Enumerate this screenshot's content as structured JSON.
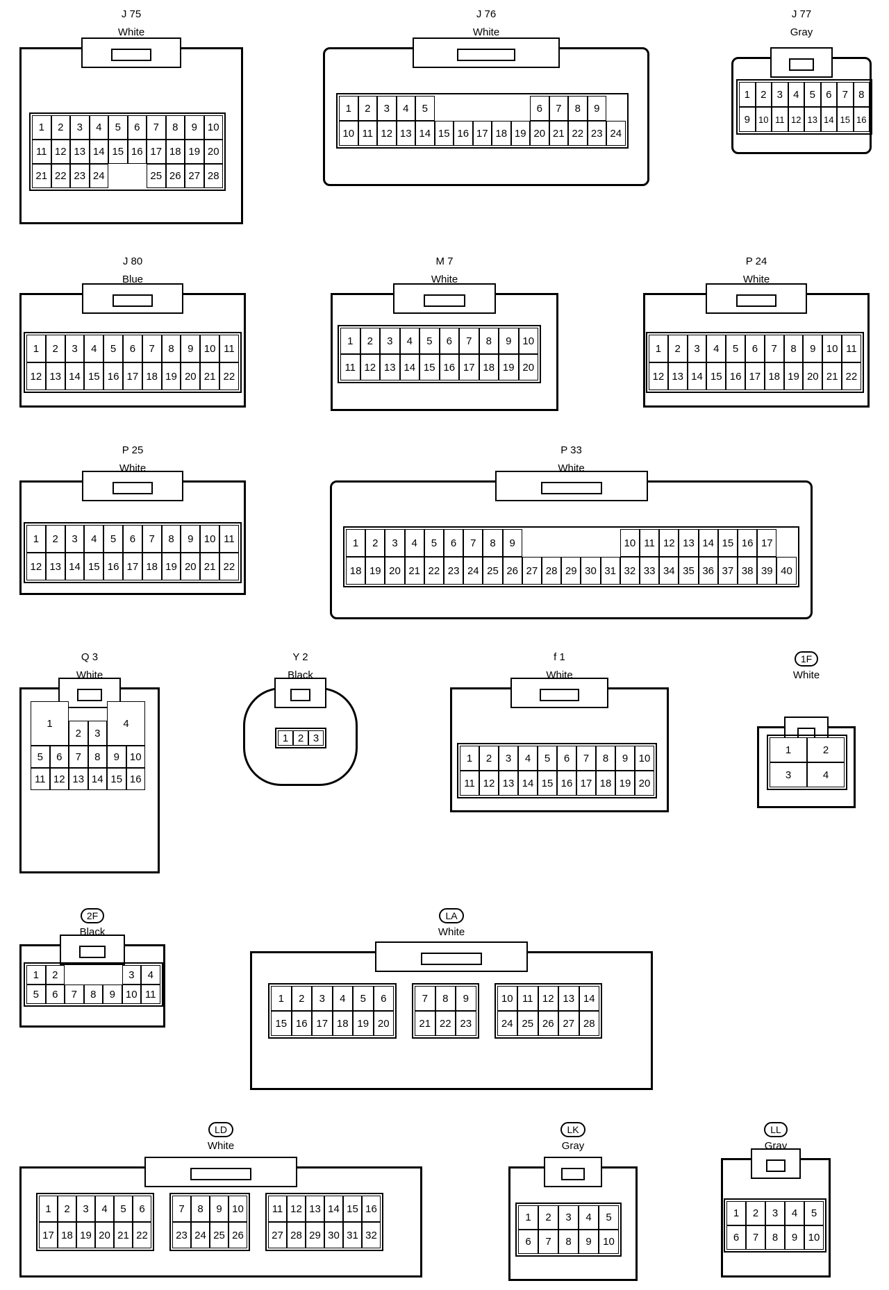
{
  "connectors": [
    {
      "id": "J75",
      "label": "J 75",
      "color": "White",
      "pill": false,
      "rows": [
        [
          "1",
          "2",
          "3",
          "4",
          "5",
          "6",
          "7",
          "8",
          "9",
          "10"
        ],
        [
          "11",
          "12",
          "13",
          "14",
          "15",
          "16",
          "17",
          "18",
          "19",
          "20"
        ],
        [
          "21",
          "22",
          "23",
          "24",
          "",
          "",
          "25",
          "26",
          "27",
          "28"
        ]
      ]
    },
    {
      "id": "J76",
      "label": "J 76",
      "color": "White",
      "pill": false,
      "rows": [
        [
          "1",
          "2",
          "3",
          "4",
          "5",
          "",
          "",
          "",
          "",
          "",
          "6",
          "7",
          "8",
          "9"
        ],
        [
          "10",
          "11",
          "12",
          "13",
          "14",
          "15",
          "16",
          "17",
          "18",
          "19",
          "20",
          "21",
          "22",
          "23",
          "24"
        ]
      ]
    },
    {
      "id": "J77",
      "label": "J 77",
      "color": "Gray",
      "pill": false,
      "rows": [
        [
          "1",
          "2",
          "3",
          "4",
          "5",
          "6",
          "7",
          "8"
        ],
        [
          "9",
          "10",
          "11",
          "12",
          "13",
          "14",
          "15",
          "16"
        ]
      ]
    },
    {
      "id": "J80",
      "label": "J 80",
      "color": "Blue",
      "pill": false,
      "rows": [
        [
          "1",
          "2",
          "3",
          "4",
          "5",
          "6",
          "7",
          "8",
          "9",
          "10",
          "11"
        ],
        [
          "12",
          "13",
          "14",
          "15",
          "16",
          "17",
          "18",
          "19",
          "20",
          "21",
          "22"
        ]
      ]
    },
    {
      "id": "M7",
      "label": "M 7",
      "color": "White",
      "pill": false,
      "rows": [
        [
          "1",
          "2",
          "3",
          "4",
          "5",
          "6",
          "7",
          "8",
          "9",
          "10"
        ],
        [
          "11",
          "12",
          "13",
          "14",
          "15",
          "16",
          "17",
          "18",
          "19",
          "20"
        ]
      ]
    },
    {
      "id": "P24",
      "label": "P 24",
      "color": "White",
      "pill": false,
      "rows": [
        [
          "1",
          "2",
          "3",
          "4",
          "5",
          "6",
          "7",
          "8",
          "9",
          "10",
          "11"
        ],
        [
          "12",
          "13",
          "14",
          "15",
          "16",
          "17",
          "18",
          "19",
          "20",
          "21",
          "22"
        ]
      ]
    },
    {
      "id": "P25",
      "label": "P 25",
      "color": "White",
      "pill": false,
      "rows": [
        [
          "1",
          "2",
          "3",
          "4",
          "5",
          "6",
          "7",
          "8",
          "9",
          "10",
          "11"
        ],
        [
          "12",
          "13",
          "14",
          "15",
          "16",
          "17",
          "18",
          "19",
          "20",
          "21",
          "22"
        ]
      ]
    },
    {
      "id": "P33",
      "label": "P 33",
      "color": "White",
      "pill": false,
      "rows": [
        [
          "1",
          "2",
          "3",
          "4",
          "5",
          "6",
          "7",
          "8",
          "9",
          "",
          "",
          "",
          "",
          "",
          "10",
          "11",
          "12",
          "13",
          "14",
          "15",
          "16",
          "17"
        ],
        [
          "18",
          "19",
          "20",
          "21",
          "22",
          "23",
          "24",
          "25",
          "26",
          "27",
          "28",
          "29",
          "30",
          "31",
          "32",
          "33",
          "34",
          "35",
          "36",
          "37",
          "38",
          "39",
          "40"
        ]
      ]
    },
    {
      "id": "Q3",
      "label": "Q 3",
      "color": "White",
      "pill": false,
      "rows": [
        [
          "1",
          "",
          "",
          "4"
        ],
        [
          "5",
          "6",
          "7",
          "8",
          "9",
          "10"
        ],
        [
          "11",
          "12",
          "13",
          "14",
          "15",
          "16"
        ]
      ],
      "mid": [
        "2",
        "3"
      ]
    },
    {
      "id": "Y2",
      "label": "Y 2",
      "color": "Black",
      "pill": false,
      "rows": [
        [
          "1",
          "2",
          "3"
        ]
      ]
    },
    {
      "id": "f1",
      "label": "f 1",
      "color": "White",
      "pill": false,
      "rows": [
        [
          "1",
          "2",
          "3",
          "4",
          "5",
          "6",
          "7",
          "8",
          "9",
          "10"
        ],
        [
          "11",
          "12",
          "13",
          "14",
          "15",
          "16",
          "17",
          "18",
          "19",
          "20"
        ]
      ]
    },
    {
      "id": "1F",
      "label": "1F",
      "color": "White",
      "pill": true,
      "rows": [
        [
          "1",
          "2"
        ],
        [
          "3",
          "4"
        ]
      ]
    },
    {
      "id": "2F",
      "label": "2F",
      "color": "Black",
      "pill": true,
      "rows": [
        [
          "1",
          "2",
          "",
          "",
          "",
          "3",
          "4"
        ],
        [
          "5",
          "6",
          "7",
          "8",
          "9",
          "10",
          "11"
        ]
      ]
    },
    {
      "id": "LA",
      "label": "LA",
      "color": "White",
      "pill": true,
      "blocks": [
        [
          [
            "1",
            "2",
            "3",
            "4",
            "5",
            "6"
          ],
          [
            "15",
            "16",
            "17",
            "18",
            "19",
            "20"
          ]
        ],
        [
          [
            "7",
            "8",
            "9"
          ],
          [
            "21",
            "22",
            "23"
          ]
        ],
        [
          [
            "10",
            "11",
            "12",
            "13",
            "14"
          ],
          [
            "24",
            "25",
            "26",
            "27",
            "28"
          ]
        ]
      ]
    },
    {
      "id": "LD",
      "label": "LD",
      "color": "White",
      "pill": true,
      "blocks": [
        [
          [
            "1",
            "2",
            "3",
            "4",
            "5",
            "6"
          ],
          [
            "17",
            "18",
            "19",
            "20",
            "21",
            "22"
          ]
        ],
        [
          [
            "7",
            "8",
            "9",
            "10"
          ],
          [
            "23",
            "24",
            "25",
            "26"
          ]
        ],
        [
          [
            "11",
            "12",
            "13",
            "14",
            "15",
            "16"
          ],
          [
            "27",
            "28",
            "29",
            "30",
            "31",
            "32"
          ]
        ]
      ]
    },
    {
      "id": "LK",
      "label": "LK",
      "color": "Gray",
      "pill": true,
      "rows": [
        [
          "1",
          "2",
          "3",
          "4",
          "5"
        ],
        [
          "6",
          "7",
          "8",
          "9",
          "10"
        ]
      ]
    },
    {
      "id": "LL",
      "label": "LL",
      "color": "Gray",
      "pill": true,
      "rows": [
        [
          "1",
          "2",
          "3",
          "4",
          "5"
        ],
        [
          "6",
          "7",
          "8",
          "9",
          "10"
        ]
      ]
    }
  ]
}
